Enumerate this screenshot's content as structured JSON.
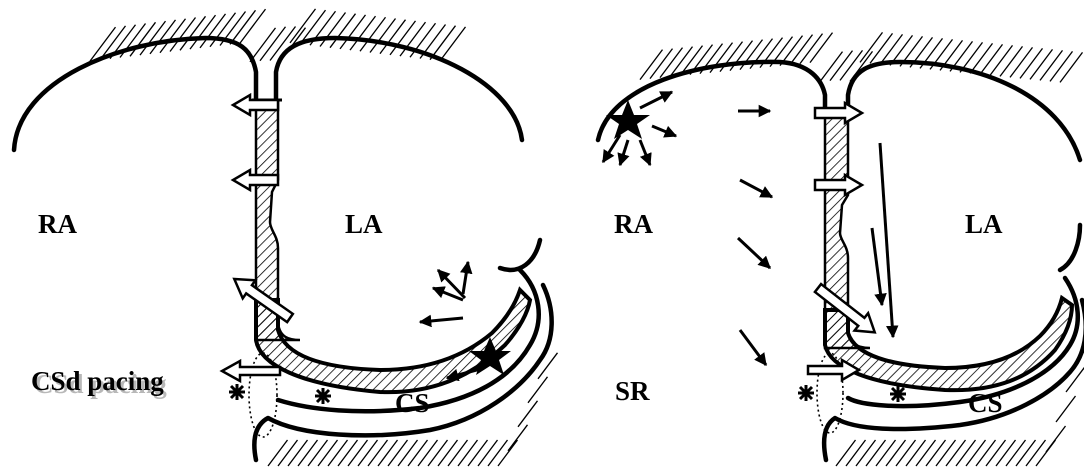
{
  "left_panel": {
    "ra_label": "RA",
    "la_label": "LA",
    "cs_label": "CS",
    "pacing_label": "CSd pacing"
  },
  "right_panel": {
    "ra_label": "RA",
    "la_label": "LA",
    "cs_label": "CS",
    "sr_label": "SR"
  },
  "colors": {
    "ink": "#000000",
    "background": "#ffffff",
    "label_shadow": "#b8b8b8"
  },
  "icons": [
    "star-icon",
    "asterisk-icon",
    "hollow-arrow-icon",
    "solid-arrow-icon"
  ]
}
